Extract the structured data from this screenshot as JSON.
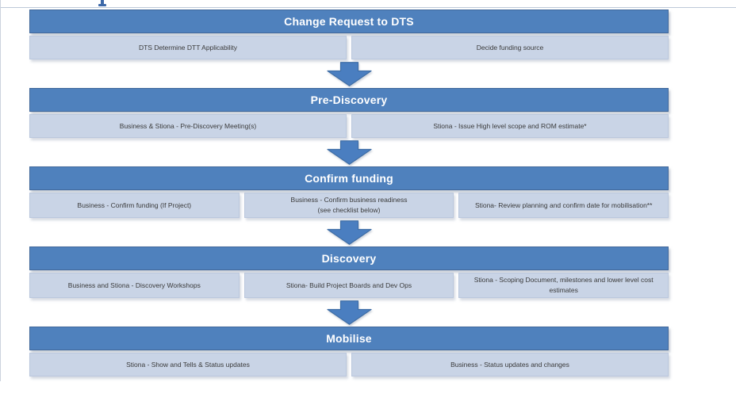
{
  "diagram": {
    "type": "process-flowchart",
    "colors": {
      "stage_header_fill": "#4f81bd",
      "stage_header_border": "#41689b",
      "stage_header_text": "#ffffff",
      "cell_fill": "#c9d4e6",
      "cell_border": "#bac7dd",
      "cell_text": "#3a3a3a",
      "arrow_fill": "#4a7ec0",
      "arrow_stroke": "#3f6ea6",
      "heading_fragment": "#3c68a8"
    },
    "stages": [
      {
        "title": "Change Request to DTS",
        "cells": [
          {
            "text": "DTS Determine DTT Applicability"
          },
          {
            "text": "Decide funding source"
          }
        ]
      },
      {
        "title": "Pre-Discovery",
        "cells": [
          {
            "text": "Business & Stiona - Pre-Discovery Meeting(s)"
          },
          {
            "text": "Stiona - Issue High level scope and ROM estimate*"
          }
        ]
      },
      {
        "title": "Confirm funding",
        "cells": [
          {
            "text": "Business - Confirm funding (If Project)"
          },
          {
            "text": "Business - Confirm business readiness\n(see checklist below)"
          },
          {
            "text": "Stiona- Review planning and confirm date for mobilisation**"
          }
        ]
      },
      {
        "title": "Discovery",
        "cells": [
          {
            "text": "Business and Stiona - Discovery Workshops"
          },
          {
            "text": "Stiona- Build Project Boards and Dev Ops"
          },
          {
            "text": "Stiona - Scoping Document, milestones and lower level cost\nestimates"
          }
        ]
      },
      {
        "title": "Mobilise",
        "cells": [
          {
            "text": "Stiona - Show and Tells & Status updates"
          },
          {
            "text": "Business - Status updates and changes"
          }
        ]
      }
    ]
  }
}
